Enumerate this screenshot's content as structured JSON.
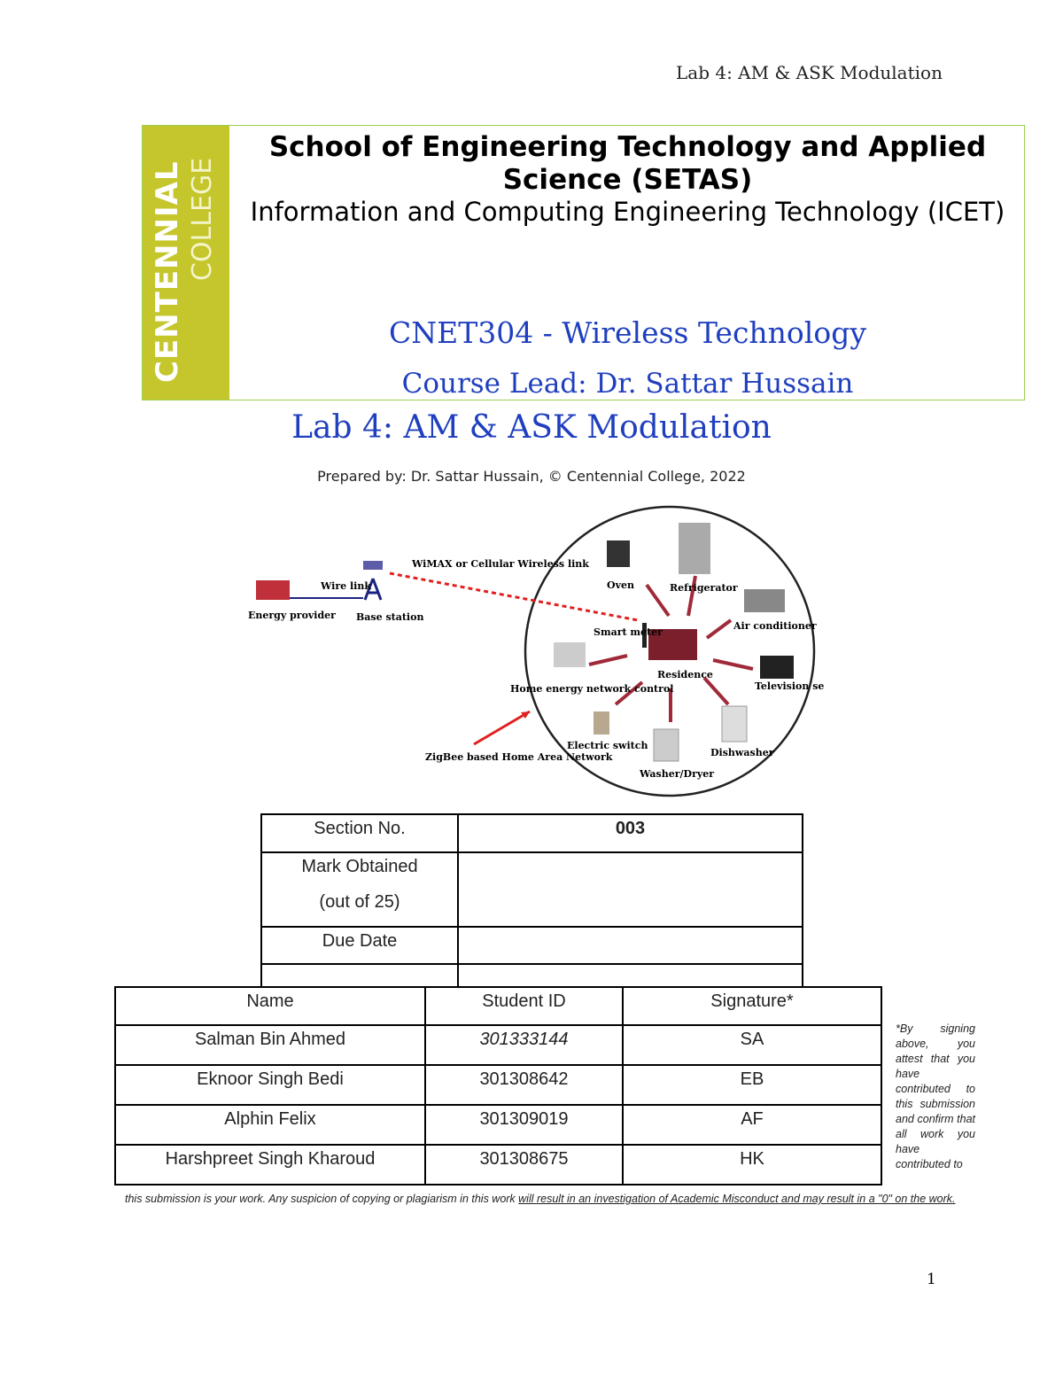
{
  "header": {
    "running_title": "Lab 4: AM & ASK Modulation"
  },
  "banner": {
    "logo_text_1": "CENTENNIAL",
    "logo_text_2": "COLLEGE",
    "school": "School of Engineering Technology and Applied Science (SETAS)",
    "program": "Information and Computing Engineering Technology (ICET)",
    "course": "CNET304 - Wireless Technology",
    "course_lead": "Course Lead: Dr. Sattar Hussain",
    "colors": {
      "border": "#9bd050",
      "logo": "#c5c52c",
      "blue": "#1f3fbf"
    }
  },
  "lab_title": "Lab 4:  AM & ASK Modulation",
  "prepared_by": "Prepared by: Dr. Sattar Hussain, © Centennial College, 2022",
  "diagram": {
    "labels": {
      "energy": "Energy provider",
      "wire": "Wire link",
      "base": "Base station",
      "wimax": "WiMAX or Cellular Wireless link",
      "zigbee": "ZigBee based Home Area Network",
      "oven": "Oven",
      "fridge": "Refrigerator",
      "ac": "Air conditioner",
      "meter": "Smart meter",
      "residence": "Residence",
      "hem": "Home energy network control",
      "tv": "Television set",
      "switch": "Electric switch",
      "washer": "Washer/Dryer",
      "dish": "Dishwasher"
    }
  },
  "info_table": {
    "rows": [
      {
        "label": "Section No.",
        "value": "003"
      },
      {
        "label": "Mark Obtained",
        "label2": "(out of 25)",
        "value": ""
      },
      {
        "label": "Due Date",
        "value": ""
      },
      {
        "label": "",
        "value": ""
      }
    ]
  },
  "students_table": {
    "headers": [
      "Name",
      "Student ID",
      "Signature*"
    ],
    "rows": [
      [
        "Salman Bin Ahmed",
        "301333144",
        "SA"
      ],
      [
        "Eknoor Singh Bedi",
        "301308642",
        "EB"
      ],
      [
        "Alphin Felix",
        "301309019",
        "AF"
      ],
      [
        "Harshpreet Singh Kharoud",
        "301308675",
        "HK"
      ]
    ]
  },
  "attestation": {
    "side": "*By signing above, you attest that you have contributed to this submission and confirm that all work you have contributed to",
    "foot_plain": "this submission is your work.  Any suspicion of copying or plagiarism in this work ",
    "foot_underlined": "will result in an investigation of Academic Misconduct and may result in a \"0\" on the work."
  },
  "page_number": "1"
}
